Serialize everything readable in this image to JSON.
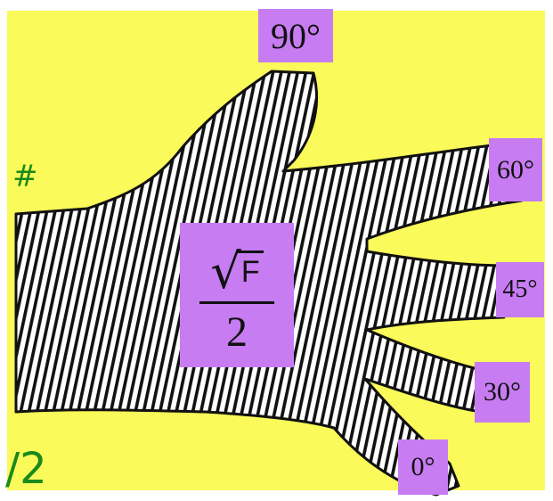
{
  "colors": {
    "background": "#fafa5a",
    "label_fill": "#c77cf2",
    "hand_fill": "#ffffff",
    "hand_stroke": "#111111",
    "side_text": "#1a8a1a"
  },
  "angle_labels": {
    "thumb": "90°",
    "index": "60°",
    "middle": "45°",
    "ring": "30°",
    "pinky": "0°"
  },
  "formula": {
    "radical": "√",
    "radicand": "F",
    "denominator": "2"
  },
  "side_text": {
    "upper": "#",
    "lower": "/2"
  }
}
